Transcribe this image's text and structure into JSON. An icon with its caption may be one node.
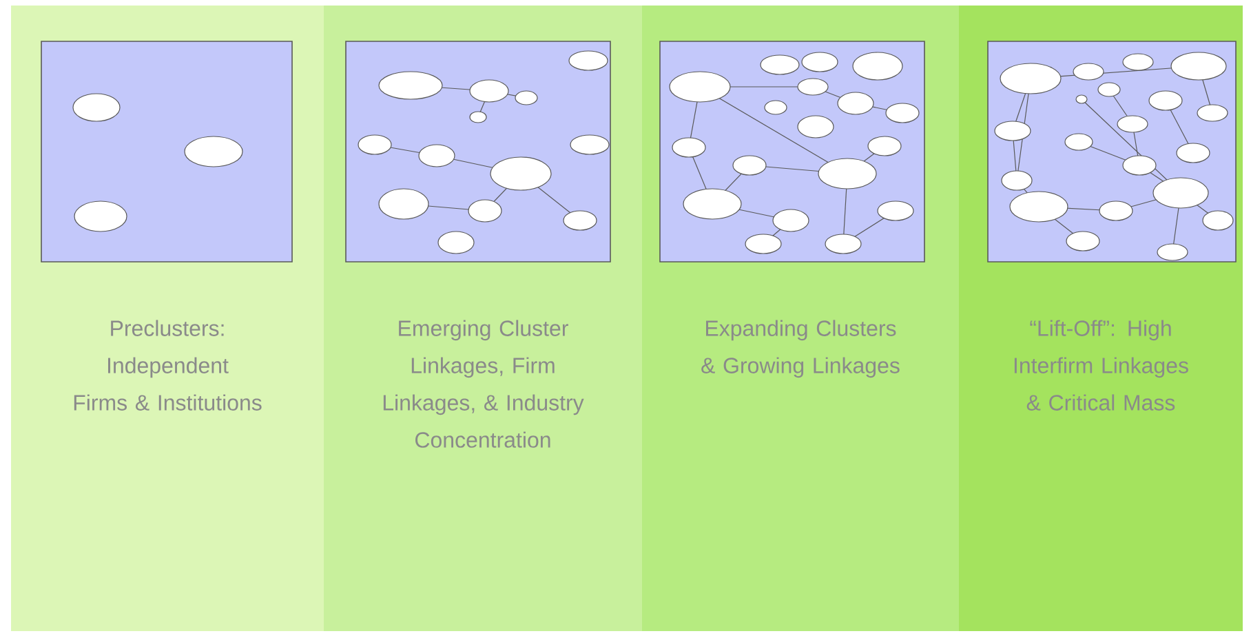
{
  "diagram": {
    "nodes": [
      {
        "text": [
          "Preclusters: Independent Firms & Institutions"
        ]
      },
      {
        "text": [
          "Emerging Cluster Linkages, Firm Linkages, & Industry Concentration"
        ]
      },
      {
        "text": [
          "Expanding Clusters & Growing Linkages"
        ]
      },
      {
        "text": [
          "“Lift-Off”: High Interfirm Linkages & Critical Mass"
        ]
      }
    ]
  }
}
